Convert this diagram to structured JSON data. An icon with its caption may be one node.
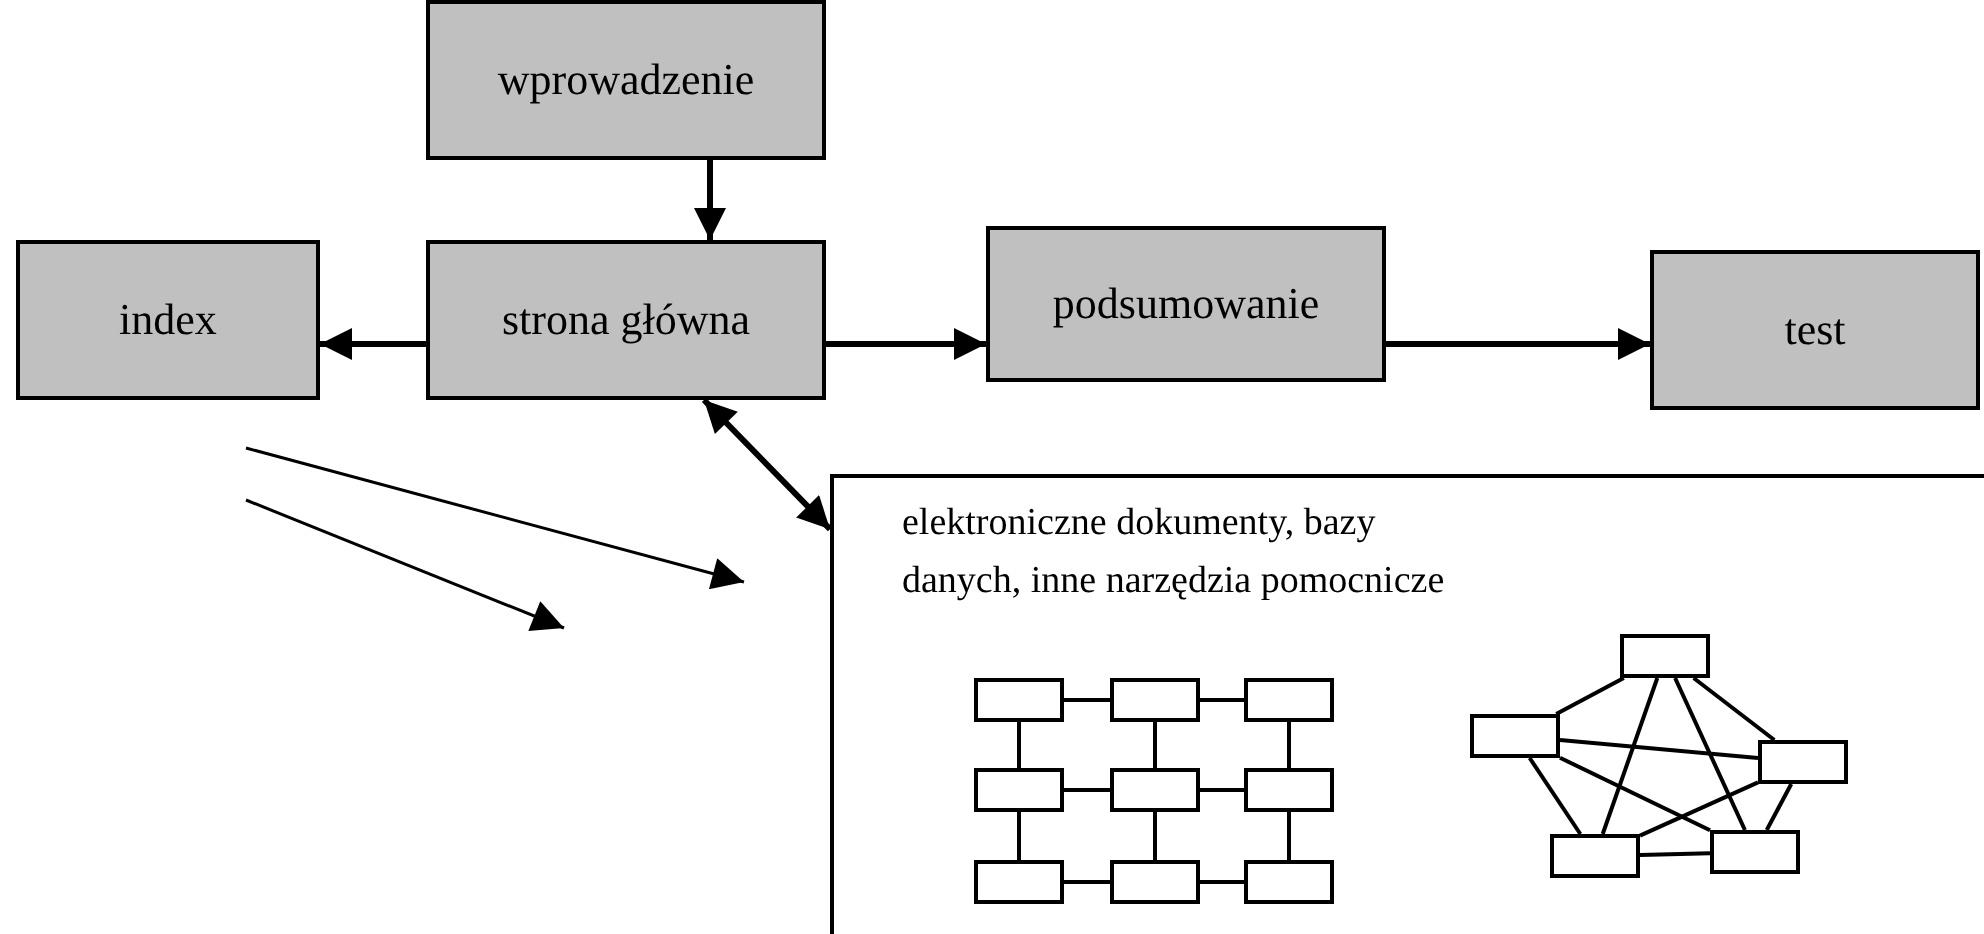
{
  "diagram": {
    "nodes": [
      {
        "text": [
          "wprowadzenie"
        ]
      },
      {
        "text": [
          "index"
        ]
      },
      {
        "text": [
          "strona główna"
        ]
      },
      {
        "text": [
          "podsumowanie"
        ]
      },
      {
        "text": [
          "test"
        ]
      },
      {
        "text": [
          "elektroniczne dokumenty, bazy danych, inne narzędzia pomocnicze"
        ]
      },
      {
        "text": [],
        "shape": "box",
        "in": 5
      },
      {
        "text": [],
        "shape": "box",
        "in": 5
      },
      {
        "text": [],
        "shape": "box",
        "in": 5
      },
      {
        "text": [],
        "shape": "box",
        "in": 5
      },
      {
        "text": [],
        "shape": "box",
        "in": 5
      },
      {
        "text": [],
        "shape": "box",
        "in": 5
      },
      {
        "text": [],
        "shape": "box",
        "in": 5
      },
      {
        "text": [],
        "shape": "box",
        "in": 5
      },
      {
        "text": [],
        "shape": "box",
        "in": 5
      },
      {
        "text": [],
        "shape": "box",
        "in": 5
      },
      {
        "text": [],
        "shape": "box",
        "in": 5
      },
      {
        "text": [],
        "shape": "box",
        "in": 5
      },
      {
        "text": [],
        "shape": "box",
        "in": 5
      },
      {
        "text": [],
        "shape": "box",
        "in": 5
      }
    ],
    "edges": [
      {
        "from": 0,
        "to": 2,
        "arrow": "to"
      },
      {
        "from": 2,
        "to": 1,
        "arrow": "to"
      },
      {
        "from": 2,
        "to": 3,
        "arrow": "to"
      },
      {
        "from": 3,
        "to": 4,
        "arrow": "to"
      },
      {
        "from": 2,
        "to": 5,
        "arrow": "both"
      },
      {
        "from": 6,
        "to": 7,
        "arrow": "none"
      },
      {
        "from": 7,
        "to": 8,
        "arrow": "none"
      },
      {
        "from": 9,
        "to": 10,
        "arrow": "none"
      },
      {
        "from": 10,
        "to": 11,
        "arrow": "none"
      },
      {
        "from": 12,
        "to": 13,
        "arrow": "none"
      },
      {
        "from": 13,
        "to": 14,
        "arrow": "none"
      },
      {
        "from": 6,
        "to": 9,
        "arrow": "none"
      },
      {
        "from": 9,
        "to": 12,
        "arrow": "none"
      },
      {
        "from": 7,
        "to": 10,
        "arrow": "none"
      },
      {
        "from": 10,
        "to": 13,
        "arrow": "none"
      },
      {
        "from": 8,
        "to": 11,
        "arrow": "none"
      },
      {
        "from": 11,
        "to": 14,
        "arrow": "none"
      },
      {
        "from": 15,
        "to": 16,
        "arrow": "none"
      },
      {
        "from": 15,
        "to": 17,
        "arrow": "none"
      },
      {
        "from": 15,
        "to": 18,
        "arrow": "none"
      },
      {
        "from": 15,
        "to": 19,
        "arrow": "none"
      },
      {
        "from": 16,
        "to": 17,
        "arrow": "none"
      },
      {
        "from": 16,
        "to": 18,
        "arrow": "none"
      },
      {
        "from": 16,
        "to": 19,
        "arrow": "none"
      },
      {
        "from": 17,
        "to": 18,
        "arrow": "none"
      },
      {
        "from": 17,
        "to": 19,
        "arrow": "none"
      },
      {
        "from": 18,
        "to": 19,
        "arrow": "none"
      }
    ]
  }
}
